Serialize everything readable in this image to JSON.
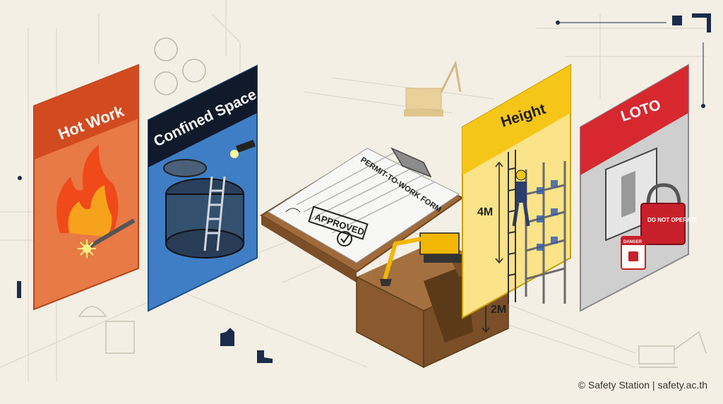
{
  "panels": {
    "hot_work": {
      "title": "Hot Work",
      "color": "#e05a2b"
    },
    "confined_space": {
      "title": "Confined Space",
      "color": "#2f6fb5"
    },
    "height": {
      "title": "Height",
      "color": "#f5c518",
      "measure": "4M"
    },
    "loto": {
      "title": "LOTO",
      "color": "#d8282f",
      "tag_text": "DANGER",
      "lock_text": "DO NOT OPERATE"
    }
  },
  "permit": {
    "heading": "PERMIT-TO-WORK FORM",
    "stamp": "APPROVED"
  },
  "excavation": {
    "measure": "2M"
  },
  "credit": "© Safety Station | safety.ac.th"
}
